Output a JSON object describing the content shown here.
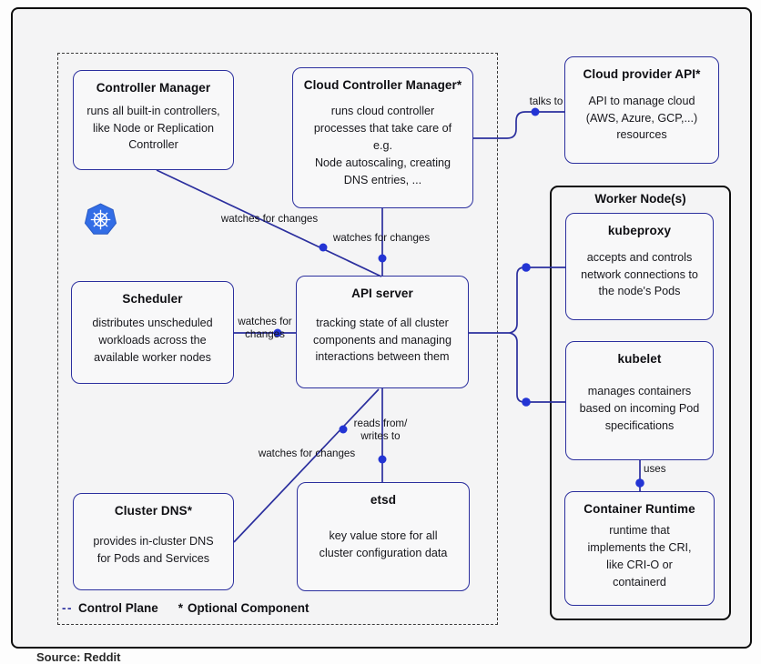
{
  "colors": {
    "box_border_navy": "#2b2f9e",
    "connector_line": "#2b2f9e",
    "connector_dot_blue": "#2334d4",
    "kubernetes_blue": "#326de6",
    "box_fill": "#f8f8f9",
    "canvas_bg": "#f4f4f5",
    "frame_black": "#0d0d0d"
  },
  "source_caption": "Source: Reddit",
  "worker_node": {
    "title": "Worker Node(s)"
  },
  "legend": {
    "control_plane_dashes": "--",
    "control_plane_label": "Control Plane",
    "optional_star": "*",
    "optional_label": "Optional Component"
  },
  "boxes": {
    "controller_manager": {
      "title": "Controller Manager",
      "body": "runs all built-in controllers,\nlike Node or Replication\nController"
    },
    "cloud_controller_manager": {
      "title": "Cloud Controller Manager*",
      "body": "runs cloud controller\nprocesses that take care of\ne.g.\nNode autoscaling, creating\nDNS entries, ..."
    },
    "cloud_provider_api": {
      "title": "Cloud provider API*",
      "body": "API to manage cloud\n(AWS, Azure, GCP,...)\nresources"
    },
    "scheduler": {
      "title": "Scheduler",
      "body": "distributes unscheduled\nworkloads across the\navailable worker nodes"
    },
    "api_server": {
      "title": "API server",
      "body": "tracking state of all cluster\ncomponents and managing\ninteractions between them"
    },
    "cluster_dns": {
      "title": "Cluster DNS*",
      "body": "provides in-cluster DNS\nfor Pods and Services"
    },
    "etsd": {
      "title": "etsd",
      "body": "key value store for all\ncluster configuration data"
    },
    "kubeproxy": {
      "title": "kubeproxy",
      "body": "accepts and controls\nnetwork connections to\nthe node's Pods"
    },
    "kubelet": {
      "title": "kubelet",
      "body": "manages containers\nbased on incoming Pod\nspecifications"
    },
    "container_runtime": {
      "title": "Container Runtime",
      "body": "runtime that\nimplements the CRI,\nlike CRI-O or\ncontainerd"
    }
  },
  "edge_labels": {
    "cm_watches": "watches for changes",
    "ccm_watches": "watches for changes",
    "talks_to": "talks to",
    "scheduler_watches": "watches for\nchanges",
    "reads_writes": "reads from/\nwrites to",
    "dns_watches": "watches for changes",
    "uses": "uses"
  }
}
